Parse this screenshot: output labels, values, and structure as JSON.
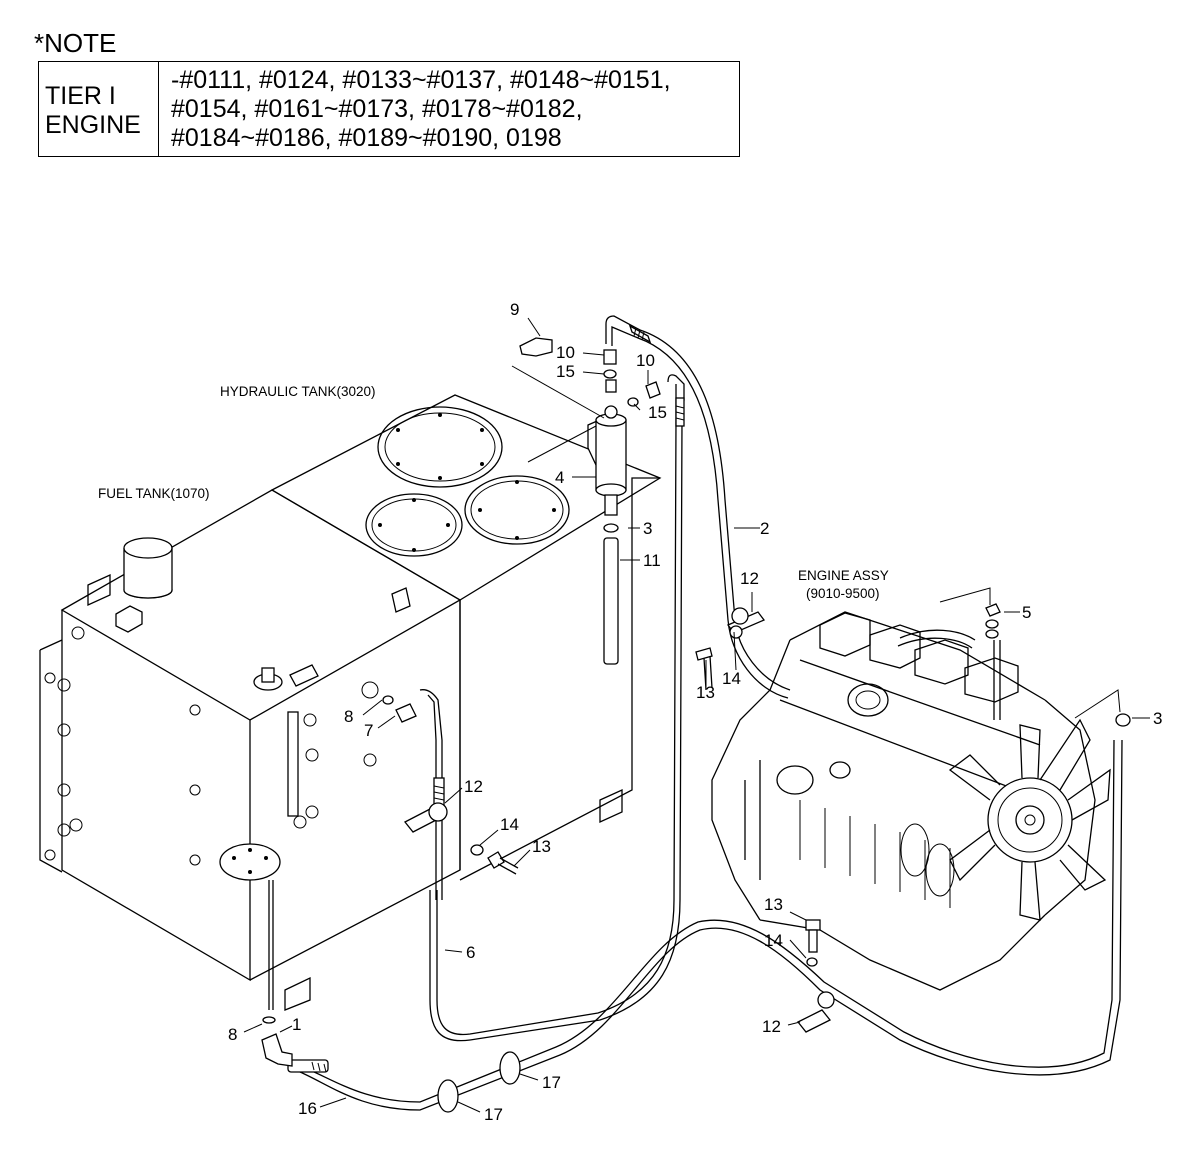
{
  "note": {
    "title": "*NOTE",
    "left_lines": [
      "TIER I",
      "ENGINE"
    ],
    "right_lines": [
      "-#0111, #0124, #0133~#0137, #0148~#0151,",
      "#0154, #0161~#0173, #0178~#0182,",
      "#0184~#0186, #0189~#0190, 0198"
    ]
  },
  "labels": {
    "hydraulic_tank": "HYDRAULIC TANK(3020)",
    "fuel_tank": "FUEL TANK(1070)",
    "engine_assy_1": "ENGINE ASSY",
    "engine_assy_2": "(9010-9500)"
  },
  "callouts": {
    "c9": "9",
    "c10a": "10",
    "c15a": "15",
    "c10b": "10",
    "c15b": "15",
    "c4": "4",
    "c3a": "3",
    "c11": "11",
    "c2": "2",
    "c12a": "12",
    "c13a": "13",
    "c14a": "14",
    "c5": "5",
    "c3b": "3",
    "c8a": "8",
    "c7": "7",
    "c12b": "12",
    "c14b": "14",
    "c13b": "13",
    "c6": "6",
    "c13c": "13",
    "c14c": "14",
    "c12c": "12",
    "c8b": "8",
    "c1": "1",
    "c16": "16",
    "c17a": "17",
    "c17b": "17"
  }
}
